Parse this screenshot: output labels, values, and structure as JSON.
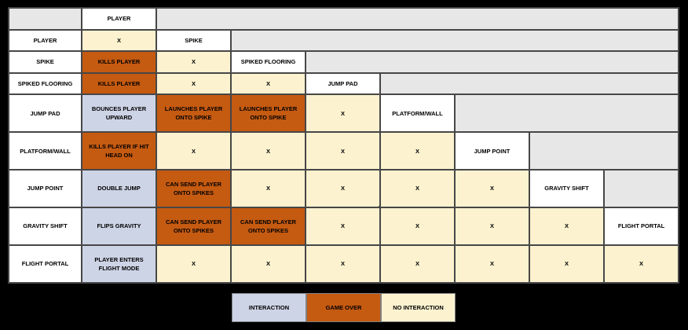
{
  "colors": {
    "canvas_bg": "#000000",
    "border": "#474747",
    "text": "#000000",
    "header_bg": "#ffffff",
    "empty_bg": "#e7e7e7",
    "interaction": "#cdd4e6",
    "game_over": "#c55a11",
    "no_interaction": "#fcf2cf",
    "selection": "#217346"
  },
  "legend": {
    "items": [
      {
        "label": "INTERACTION",
        "type": "interaction"
      },
      {
        "label": "GAME OVER",
        "type": "game_over"
      },
      {
        "label": "NO INTERACTION",
        "type": "no_interaction"
      }
    ]
  },
  "selection": {
    "row": "JUMP POINT",
    "column": "JUMP PAD",
    "value": "X"
  },
  "chart_data": {
    "type": "table",
    "title": "",
    "top_header": "PLAYER",
    "col_labels": [
      "PLAYER",
      "SPIKE",
      "SPIKED FLOORING",
      "JUMP PAD",
      "PLATFORM/WALL",
      "JUMP POINT",
      "GRAVITY SHIFT",
      "FLIGHT PORTAL"
    ],
    "rows": [
      {
        "label": "PLAYER",
        "cells": [
          {
            "text": "X",
            "type": "no_interaction"
          }
        ],
        "diagonal_header": "SPIKE"
      },
      {
        "label": "SPIKE",
        "cells": [
          {
            "text": "KILLS PLAYER",
            "type": "game_over"
          },
          {
            "text": "X",
            "type": "no_interaction"
          }
        ],
        "diagonal_header": "SPIKED FLOORING"
      },
      {
        "label": "SPIKED FLOORING",
        "cells": [
          {
            "text": "KILLS PLAYER",
            "type": "game_over"
          },
          {
            "text": "X",
            "type": "no_interaction"
          },
          {
            "text": "X",
            "type": "no_interaction"
          }
        ],
        "diagonal_header": "JUMP PAD"
      },
      {
        "label": "JUMP PAD",
        "cells": [
          {
            "text": "BOUNCES PLAYER UPWARD",
            "type": "interaction"
          },
          {
            "text": "LAUNCHES PLAYER ONTO SPIKE",
            "type": "game_over"
          },
          {
            "text": "LAUNCHES PLAYER ONTO SPIKE",
            "type": "game_over"
          },
          {
            "text": "X",
            "type": "no_interaction"
          }
        ],
        "diagonal_header": "PLATFORM/WALL"
      },
      {
        "label": "PLATFORM/WALL",
        "cells": [
          {
            "text": "KILLS PLAYER IF HIT HEAD ON",
            "type": "game_over"
          },
          {
            "text": "X",
            "type": "no_interaction"
          },
          {
            "text": "X",
            "type": "no_interaction"
          },
          {
            "text": "X",
            "type": "no_interaction"
          },
          {
            "text": "X",
            "type": "no_interaction"
          }
        ],
        "diagonal_header": "JUMP POINT"
      },
      {
        "label": "JUMP POINT",
        "cells": [
          {
            "text": "DOUBLE JUMP",
            "type": "interaction"
          },
          {
            "text": "CAN SEND PLAYER ONTO SPIKES",
            "type": "game_over"
          },
          {
            "text": "X",
            "type": "no_interaction"
          },
          {
            "text": "X",
            "type": "no_interaction",
            "selected": true
          },
          {
            "text": "X",
            "type": "no_interaction"
          },
          {
            "text": "X",
            "type": "no_interaction"
          }
        ],
        "diagonal_header": "GRAVITY SHIFT"
      },
      {
        "label": "GRAVITY SHIFT",
        "cells": [
          {
            "text": "FLIPS GRAVITY",
            "type": "interaction"
          },
          {
            "text": "CAN SEND PLAYER ONTO SPIKES",
            "type": "game_over"
          },
          {
            "text": "CAN SEND PLAYER ONTO SPIKES",
            "type": "game_over"
          },
          {
            "text": "X",
            "type": "no_interaction"
          },
          {
            "text": "X",
            "type": "no_interaction"
          },
          {
            "text": "X",
            "type": "no_interaction"
          },
          {
            "text": "X",
            "type": "no_interaction"
          }
        ],
        "diagonal_header": "FLIGHT PORTAL"
      },
      {
        "label": "FLIGHT PORTAL",
        "cells": [
          {
            "text": "PLAYER ENTERS FLIGHT MODE",
            "type": "interaction"
          },
          {
            "text": "X",
            "type": "no_interaction"
          },
          {
            "text": "X",
            "type": "no_interaction"
          },
          {
            "text": "X",
            "type": "no_interaction"
          },
          {
            "text": "X",
            "type": "no_interaction"
          },
          {
            "text": "X",
            "type": "no_interaction"
          },
          {
            "text": "X",
            "type": "no_interaction"
          },
          {
            "text": "X",
            "type": "no_interaction"
          }
        ],
        "diagonal_header": null
      }
    ]
  }
}
